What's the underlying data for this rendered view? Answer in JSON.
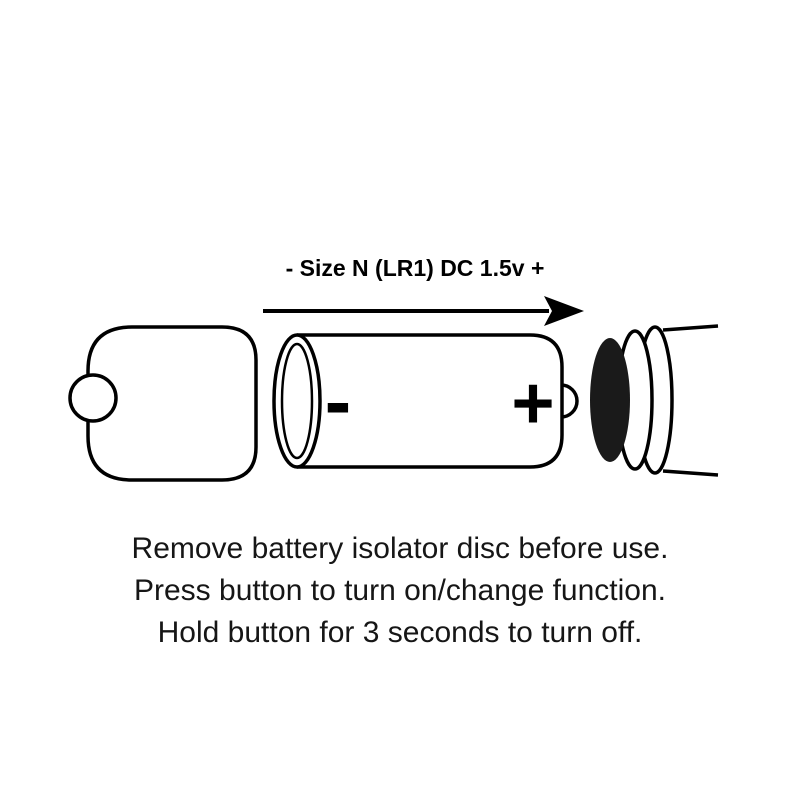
{
  "diagram": {
    "size_label": "- Size N (LR1) DC 1.5v +",
    "battery": {
      "negative_symbol": "-",
      "positive_symbol": "+"
    }
  },
  "instructions": {
    "line1": "Remove battery isolator disc before use.",
    "line2": "Press button to turn on/change function.",
    "line3": "Hold button for 3 seconds to turn off."
  },
  "colors": {
    "ink": "#000000",
    "isolator_disc": "#1a1a1a",
    "background": "#ffffff",
    "instruction_text": "#161616"
  }
}
